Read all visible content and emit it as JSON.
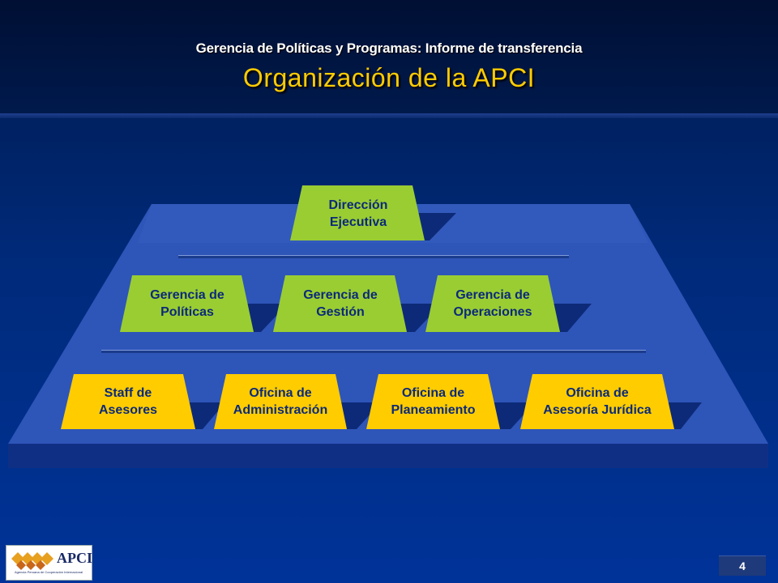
{
  "header": {
    "subtitle": "Gerencia de Políticas y Programas: Informe de transferencia",
    "title": "Organización de la APCI"
  },
  "colors": {
    "platform_top": "#2e55b8",
    "platform_front": "#0f2f85",
    "green": "#9acd32",
    "yellow": "#ffcc00",
    "text_dark": "#0b2a7a",
    "title_yellow": "#ffcc00"
  },
  "org": {
    "level1": [
      {
        "line1": "Dirección",
        "line2": "Ejecutiva"
      }
    ],
    "level2": [
      {
        "line1": "Gerencia de",
        "line2": "Políticas"
      },
      {
        "line1": "Gerencia de",
        "line2": "Gestión"
      },
      {
        "line1": "Gerencia de",
        "line2": "Operaciones"
      }
    ],
    "level3": [
      {
        "line1": "Staff de",
        "line2": "Asesores"
      },
      {
        "line1": "Oficina de",
        "line2": "Administración"
      },
      {
        "line1": "Oficina de",
        "line2": "Planeamiento"
      },
      {
        "line1": "Oficina de",
        "line2": "Asesoría Jurídica"
      }
    ]
  },
  "logo": {
    "name": "APCI",
    "tagline": "Agencia Peruana de Cooperación Internacional"
  },
  "page_number": "4"
}
